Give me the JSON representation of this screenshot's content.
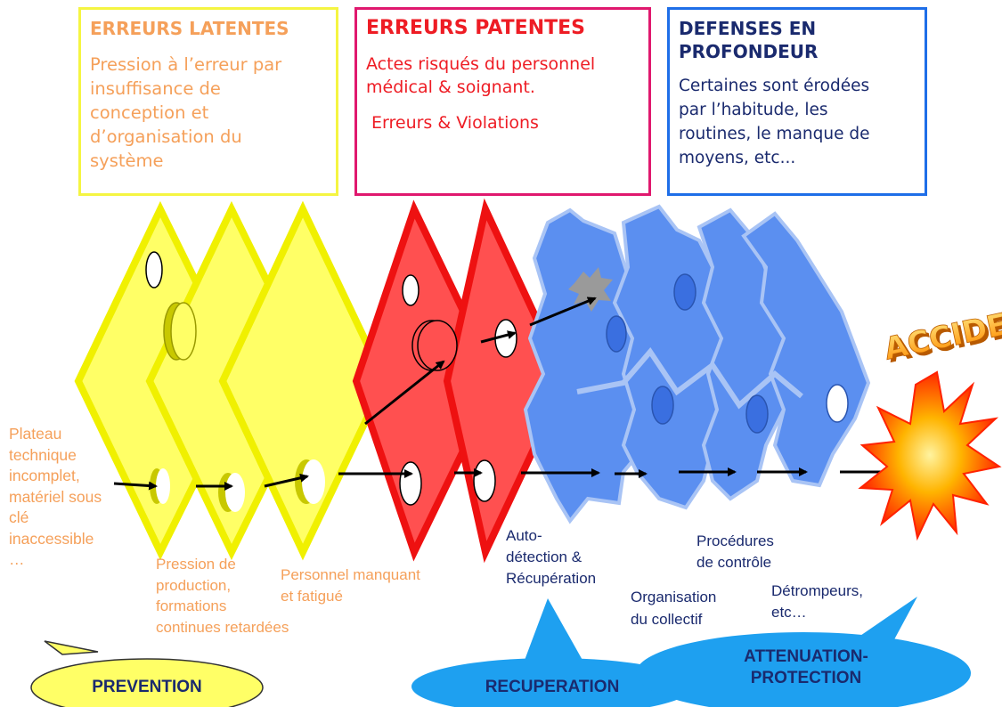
{
  "boxes": {
    "latent": {
      "title": "ERREURS LATENTES",
      "lines": [
        "Pression à l’erreur par",
        "insuffisance de",
        "conception et",
        "d’organisation du",
        "système"
      ],
      "color": "#f5a05a",
      "border": "#f5f542"
    },
    "patent": {
      "title": "ERREURS PATENTES",
      "lines": [
        "Actes risqués du personnel",
        "médical & soignant."
      ],
      "extra": "Erreurs & Violations",
      "color": "#ee1c24",
      "border": "#e0186e"
    },
    "defense": {
      "title_lines": [
        "DEFENSES EN",
        "PROFONDEUR"
      ],
      "lines": [
        "Certaines sont érodées",
        "par l’habitude, les",
        "routines, le manque de",
        "moyens, etc..."
      ],
      "color": "#1a2a6e",
      "border": "#1e6ee8"
    }
  },
  "labels": {
    "plateau": [
      "Plateau",
      "technique",
      "incomplet,",
      "matériel sous",
      "clé",
      "inaccessible",
      "…"
    ],
    "pression": [
      "Pression de",
      "production,",
      "formations",
      "continues retardées"
    ],
    "personnel": [
      "Personnel manquant",
      "et fatigué"
    ],
    "auto": [
      "Auto-",
      "détection &",
      "Récupération"
    ],
    "organisation": [
      "Organisation",
      "du collectif"
    ],
    "procedures": [
      "Procédures",
      "de contrôle"
    ],
    "detrompeurs": [
      "Détrompeurs,",
      "etc…"
    ]
  },
  "bubbles": {
    "prevention": "PREVENTION",
    "recuperation": "RECUPERATION",
    "attenuation": [
      "ATTENUATION-",
      "PROTECTION"
    ]
  },
  "accident_text": "ACCIDENT",
  "colors": {
    "yellow_fill": "#ffff66",
    "yellow_stroke": "#f0f000",
    "red_fill": "#ff5050",
    "red_stroke": "#ee1111",
    "blue_fill": "#5b8ff0",
    "blue_stroke": "#a9c4f5",
    "orange_text": "#f5a05a",
    "navy_text": "#1a2a6e",
    "bubble_yellow": "#ffff66",
    "bubble_blue": "#1ea0f0"
  }
}
